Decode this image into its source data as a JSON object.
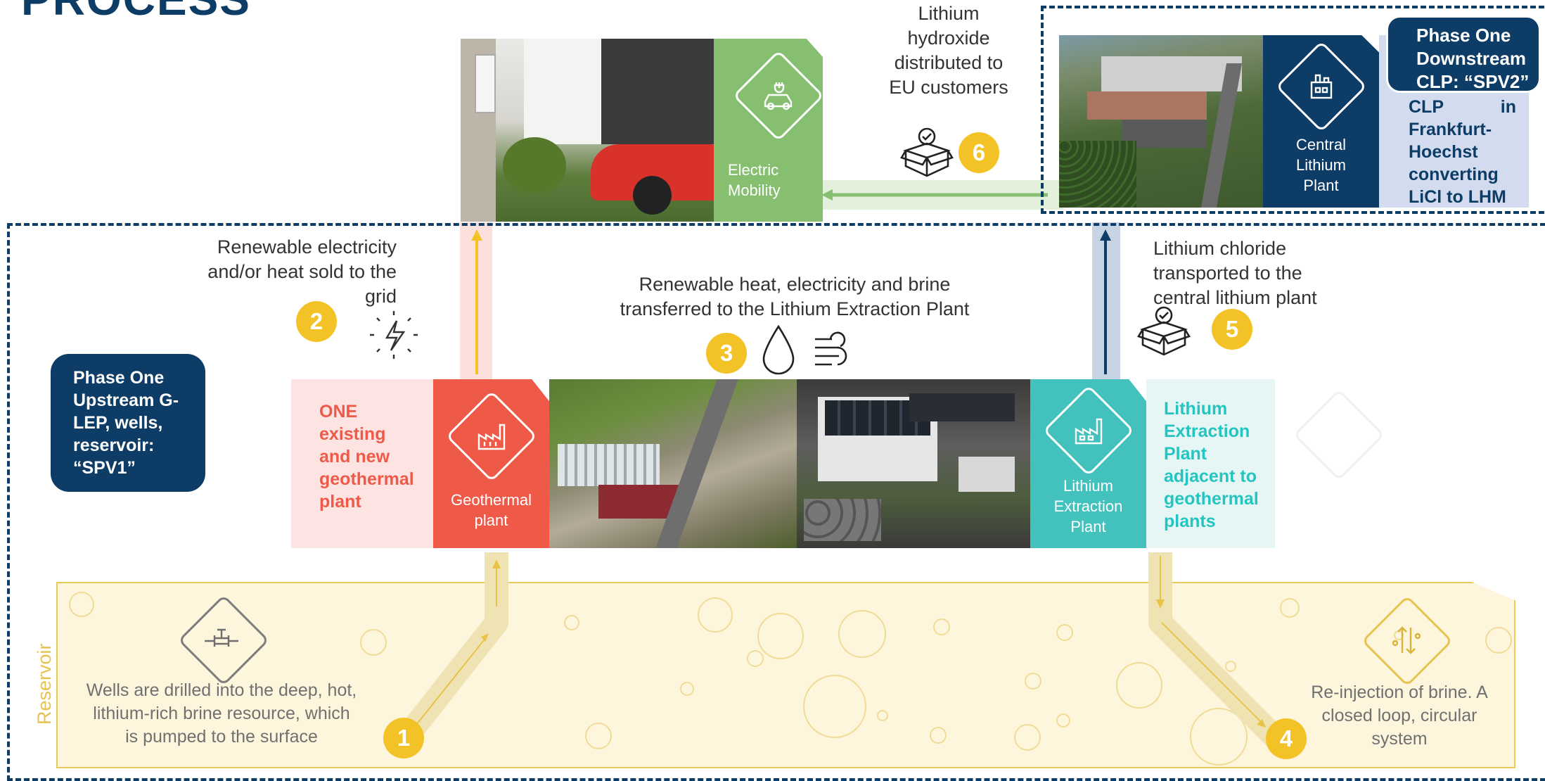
{
  "title": "PROCESS",
  "phase_one_upstream": "Phase One Upstream G-LEP, wells, reservoir: “SPV1”",
  "phase_one_downstream": "Phase One Downstream CLP: “SPV2”",
  "clp_description": "CLP in Frankfurt-Hoechst converting LiCl to LHM",
  "reservoir_label": "Reservoir",
  "steps": [
    {
      "number": "1",
      "text": "Wells are drilled into the deep, hot, lithium-rich brine resource, which is pumped to the surface"
    },
    {
      "number": "2",
      "text": "Renewable electricity and/or heat sold to the grid"
    },
    {
      "number": "3",
      "text": "Renewable heat, electricity and brine transferred to the Lithium Extraction Plant"
    },
    {
      "number": "4",
      "text": "Re-injection of brine. A closed loop, circular system"
    },
    {
      "number": "5",
      "text": "Lithium chloride transported to the central lithium plant"
    },
    {
      "number": "6",
      "text": "Lithium hydroxide distributed to EU customers"
    }
  ],
  "geothermal": {
    "side_text": "ONE existing and new geothermal plant",
    "label": "Geothermal plant"
  },
  "lep": {
    "label": "Lithium Extraction Plant",
    "side_text": "Lithium Extraction Plant adjacent to geothermal plants"
  },
  "clp": {
    "label": "Central Lithium Plant"
  },
  "ev": {
    "label": "Electric Mobility"
  },
  "colors": {
    "navy": "#0d3d66",
    "geothermal_red": "#ef5a48",
    "geothermal_light": "#fde4e2",
    "lep_teal": "#42c1bd",
    "lep_light": "#e6f6f5",
    "ev_green": "#86bf6f",
    "yellow": "#f3c226",
    "reservoir_fill": "#fdf6dd",
    "clp_text_bg": "#d3dcef"
  },
  "icons": [
    "valve-pipe-icon",
    "lightning-icon",
    "water-drop-icon",
    "wind-icon",
    "box-check-icon",
    "factory-icon",
    "plug-car-icon",
    "reinjection-icon"
  ]
}
